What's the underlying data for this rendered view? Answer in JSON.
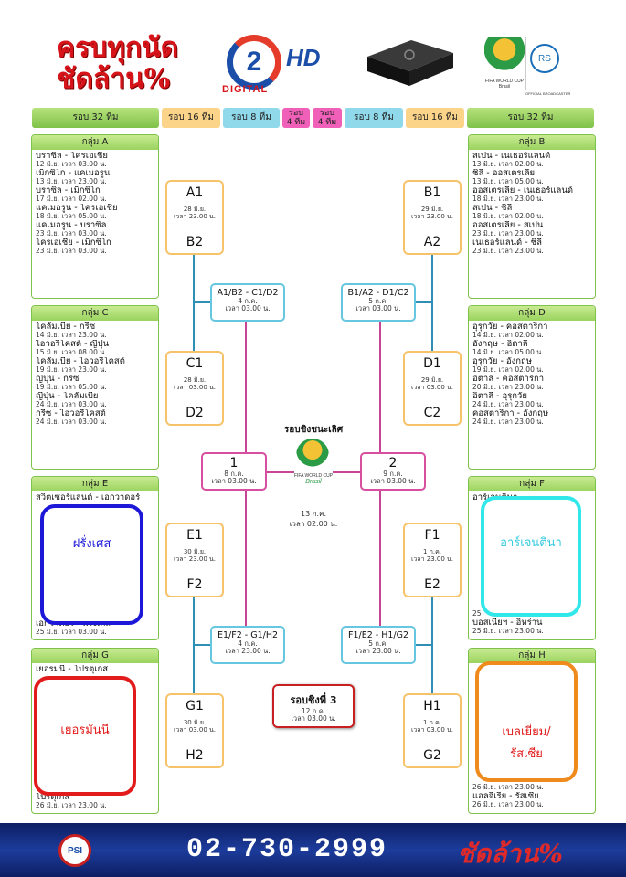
{
  "header": {
    "promo_line1": "ครบทุกนัด",
    "promo_line2": "ชัดล้าน%",
    "channel_number": "2",
    "hd": "HD",
    "digital": "DIGITAL",
    "wc_text": "FIFA WORLD CUP Brasil",
    "rs": "RS",
    "official": "OFFICIAL BROADCASTER"
  },
  "tabs": {
    "r32_left": "รอบ 32 ทีม",
    "r16_left": "รอบ 16 ทีม",
    "r8_left": "รอบ 8 ทีม",
    "r4a_1": "รอบ",
    "r4a_2": "4 ทีม",
    "r4b_1": "รอบ",
    "r4b_2": "4 ทีม",
    "r8_right": "รอบ 8 ทีม",
    "r16_right": "รอบ 16 ทีม",
    "r32_right": "รอบ 32 ทีม"
  },
  "groups": {
    "a": {
      "title": "กลุ่ม A",
      "matches": [
        [
          "บราซิล - โครเอเชีย",
          "12 มิ.ย.  เวลา 03.00 น."
        ],
        [
          "เม็กซิโก - แคเมอรูน",
          "13 มิ.ย.  เวลา 23.00 น."
        ],
        [
          "บราซิล - เม็กซิโก",
          "17 มิ.ย.  เวลา 02.00 น."
        ],
        [
          "แคเมอรูน - โครเอเชีย",
          "18 มิ.ย.  เวลา 05.00 น."
        ],
        [
          "แคเมอรูน - บราซิล",
          "23 มิ.ย.  เวลา 03.00 น."
        ],
        [
          "โครเอเชีย - เม็กซิโก",
          "23 มิ.ย.  เวลา 03.00 น."
        ]
      ]
    },
    "b": {
      "title": "กลุ่ม B",
      "matches": [
        [
          "สเปน - เนเธอร์แลนด์",
          "13 มิ.ย.  เวลา 02.00 น."
        ],
        [
          "ชิลี - ออสเตรเลีย",
          "13 มิ.ย.  เวลา 05.00 น."
        ],
        [
          "ออสเตรเลีย - เนเธอร์แลนด์",
          "18 มิ.ย.  เวลา 23.00 น."
        ],
        [
          "สเปน - ชิลี",
          "18 มิ.ย.  เวลา 02.00 น."
        ],
        [
          "ออสเตรเลีย - สเปน",
          "23 มิ.ย.  เวลา 23.00 น."
        ],
        [
          "เนเธอร์แลนด์ - ชิลี",
          "23 มิ.ย.  เวลา 23.00 น."
        ]
      ]
    },
    "c": {
      "title": "กลุ่ม C",
      "matches": [
        [
          "โคลัมเบีย - กรีซ",
          "14 มิ.ย.  เวลา 23.00 น."
        ],
        [
          "ไอวอรี่โคสต์ - ญี่ปุ่น",
          "15 มิ.ย.  เวลา 08.00 น."
        ],
        [
          "โคลัมเบีย - ไอวอรี่โคสต์",
          "19 มิ.ย.  เวลา 23.00 น."
        ],
        [
          "ญี่ปุ่น - กรีซ",
          "19 มิ.ย.  เวลา 05.00 น."
        ],
        [
          "ญี่ปุ่น - โคลัมเบีย",
          "24 มิ.ย.  เวลา 03.00 น."
        ],
        [
          "กรีซ - ไอวอรี่โคสต์",
          "24 มิ.ย.  เวลา 03.00 น."
        ]
      ]
    },
    "d": {
      "title": "กลุ่ม D",
      "matches": [
        [
          "อุรุกวัย - คอสตาริกา",
          "14 มิ.ย.  เวลา 02.00 น."
        ],
        [
          "อังกฤษ - อิตาลี",
          "14 มิ.ย.  เวลา 05.00 น."
        ],
        [
          "อุรุกวัย - อังกฤษ",
          "19 มิ.ย.  เวลา 02.00 น."
        ],
        [
          "อิตาลี - คอสตาริกา",
          "20 มิ.ย.  เวลา 23.00 น."
        ],
        [
          "อิตาลี - อุรุกวัย",
          "24 มิ.ย.  เวลา 23.00 น."
        ],
        [
          "คอสตาริกา - อังกฤษ",
          "24 มิ.ย.  เวลา 23.00 น."
        ]
      ]
    },
    "e": {
      "title": "กลุ่ม E",
      "first": "สวิตเซอร์แลนด์ - เอกวาดอร์",
      "last_match": "เอกวาดอร์ - ฝรั่งเศส",
      "last_date": "25 มิ.ย.  เวลา 03.00 น."
    },
    "f": {
      "title": "กลุ่ม F",
      "first": "อาร์เจนตินา",
      "last_match": "บอสเนียฯ - อิหร่าน",
      "last_date": "25 มิ.ย.  เวลา 23.00 น.",
      "partial_date": "25"
    },
    "g": {
      "title": "กลุ่ม G",
      "first": "เยอรมนี - โปรตุเกส",
      "last_match": "โปรตุเกส",
      "last_date": "26 มิ.ย.  เวลา 23.00 น."
    },
    "h": {
      "title": "กลุ่ม H",
      "last_match": "แอลจีเรีย - รัสเซีย",
      "last_date": "26 มิ.ย.  เวลา 23.00 น.",
      "partial_date": "26 มิ.ย.  เวลา 23.00 น."
    }
  },
  "r16": {
    "ab_l": {
      "t": "A1",
      "b": "B2",
      "d": "28 มิ.ย.",
      "tm": "เวลา 23.00 น."
    },
    "cd_l": {
      "t": "C1",
      "b": "D2",
      "d": "28 มิ.ย.",
      "tm": "เวลา 03.00 น."
    },
    "ef_l": {
      "t": "E1",
      "b": "F2",
      "d": "30 มิ.ย.",
      "tm": "เวลา 23.00 น."
    },
    "gh_l": {
      "t": "G1",
      "b": "H2",
      "d": "30 มิ.ย.",
      "tm": "เวลา 03.00 น."
    },
    "ba_r": {
      "t": "B1",
      "b": "A2",
      "d": "29 มิ.ย.",
      "tm": "เวลา 23.00 น."
    },
    "dc_r": {
      "t": "D1",
      "b": "C2",
      "d": "29 มิ.ย.",
      "tm": "เวลา 03.00 น."
    },
    "fe_r": {
      "t": "F1",
      "b": "E2",
      "d": "1 ก.ค.",
      "tm": "เวลา 23.00 น."
    },
    "hg_r": {
      "t": "H1",
      "b": "G2",
      "d": "1 ก.ค.",
      "tm": "เวลา 03.00 น."
    }
  },
  "qf": {
    "l1": {
      "t": "A1/B2 - C1/D2",
      "d": "4 ก.ค.",
      "tm": "เวลา 03.00 น."
    },
    "l2": {
      "t": "E1/F2 - G1/H2",
      "d": "4 ก.ค.",
      "tm": "เวลา 23.00 น."
    },
    "r1": {
      "t": "B1/A2 - D1/C2",
      "d": "5 ก.ค.",
      "tm": "เวลา 03.00 น."
    },
    "r2": {
      "t": "F1/E2 - H1/G2",
      "d": "5 ก.ค.",
      "tm": "เวลา 23.00 น."
    }
  },
  "sf": {
    "l": {
      "t": "1",
      "d": "8 ก.ค.",
      "tm": "เวลา 03.00 น."
    },
    "r": {
      "t": "2",
      "d": "9 ก.ค.",
      "tm": "เวลา 03.00 น."
    }
  },
  "final": {
    "title": "รอบชิงชนะเลิศ",
    "d": "13 ก.ค.",
    "tm": "เวลา 02.00 น.",
    "logo1": "FIFA WORLD CUP",
    "logo2": "Brasil"
  },
  "third": {
    "title": "รอบชิงที่ 3",
    "d": "12 ก.ค.",
    "tm": "เวลา 03.00 น."
  },
  "overlays": {
    "e": "ฝรั่งเศส",
    "f": "อาร์เจนตินา",
    "g": "เยอรมันนี",
    "h1": "เบลเยี่ยม/",
    "h2": "รัสเซีย"
  },
  "colors": {
    "overlay_e": "#1d18d8",
    "overlay_f": "#32e7ea",
    "overlay_g": "#e21c1c",
    "overlay_h": "#ef8a1c"
  },
  "footer": {
    "logo": "PSI",
    "phone": "02-730-2999",
    "slogan": "ชัดล้าน%"
  }
}
